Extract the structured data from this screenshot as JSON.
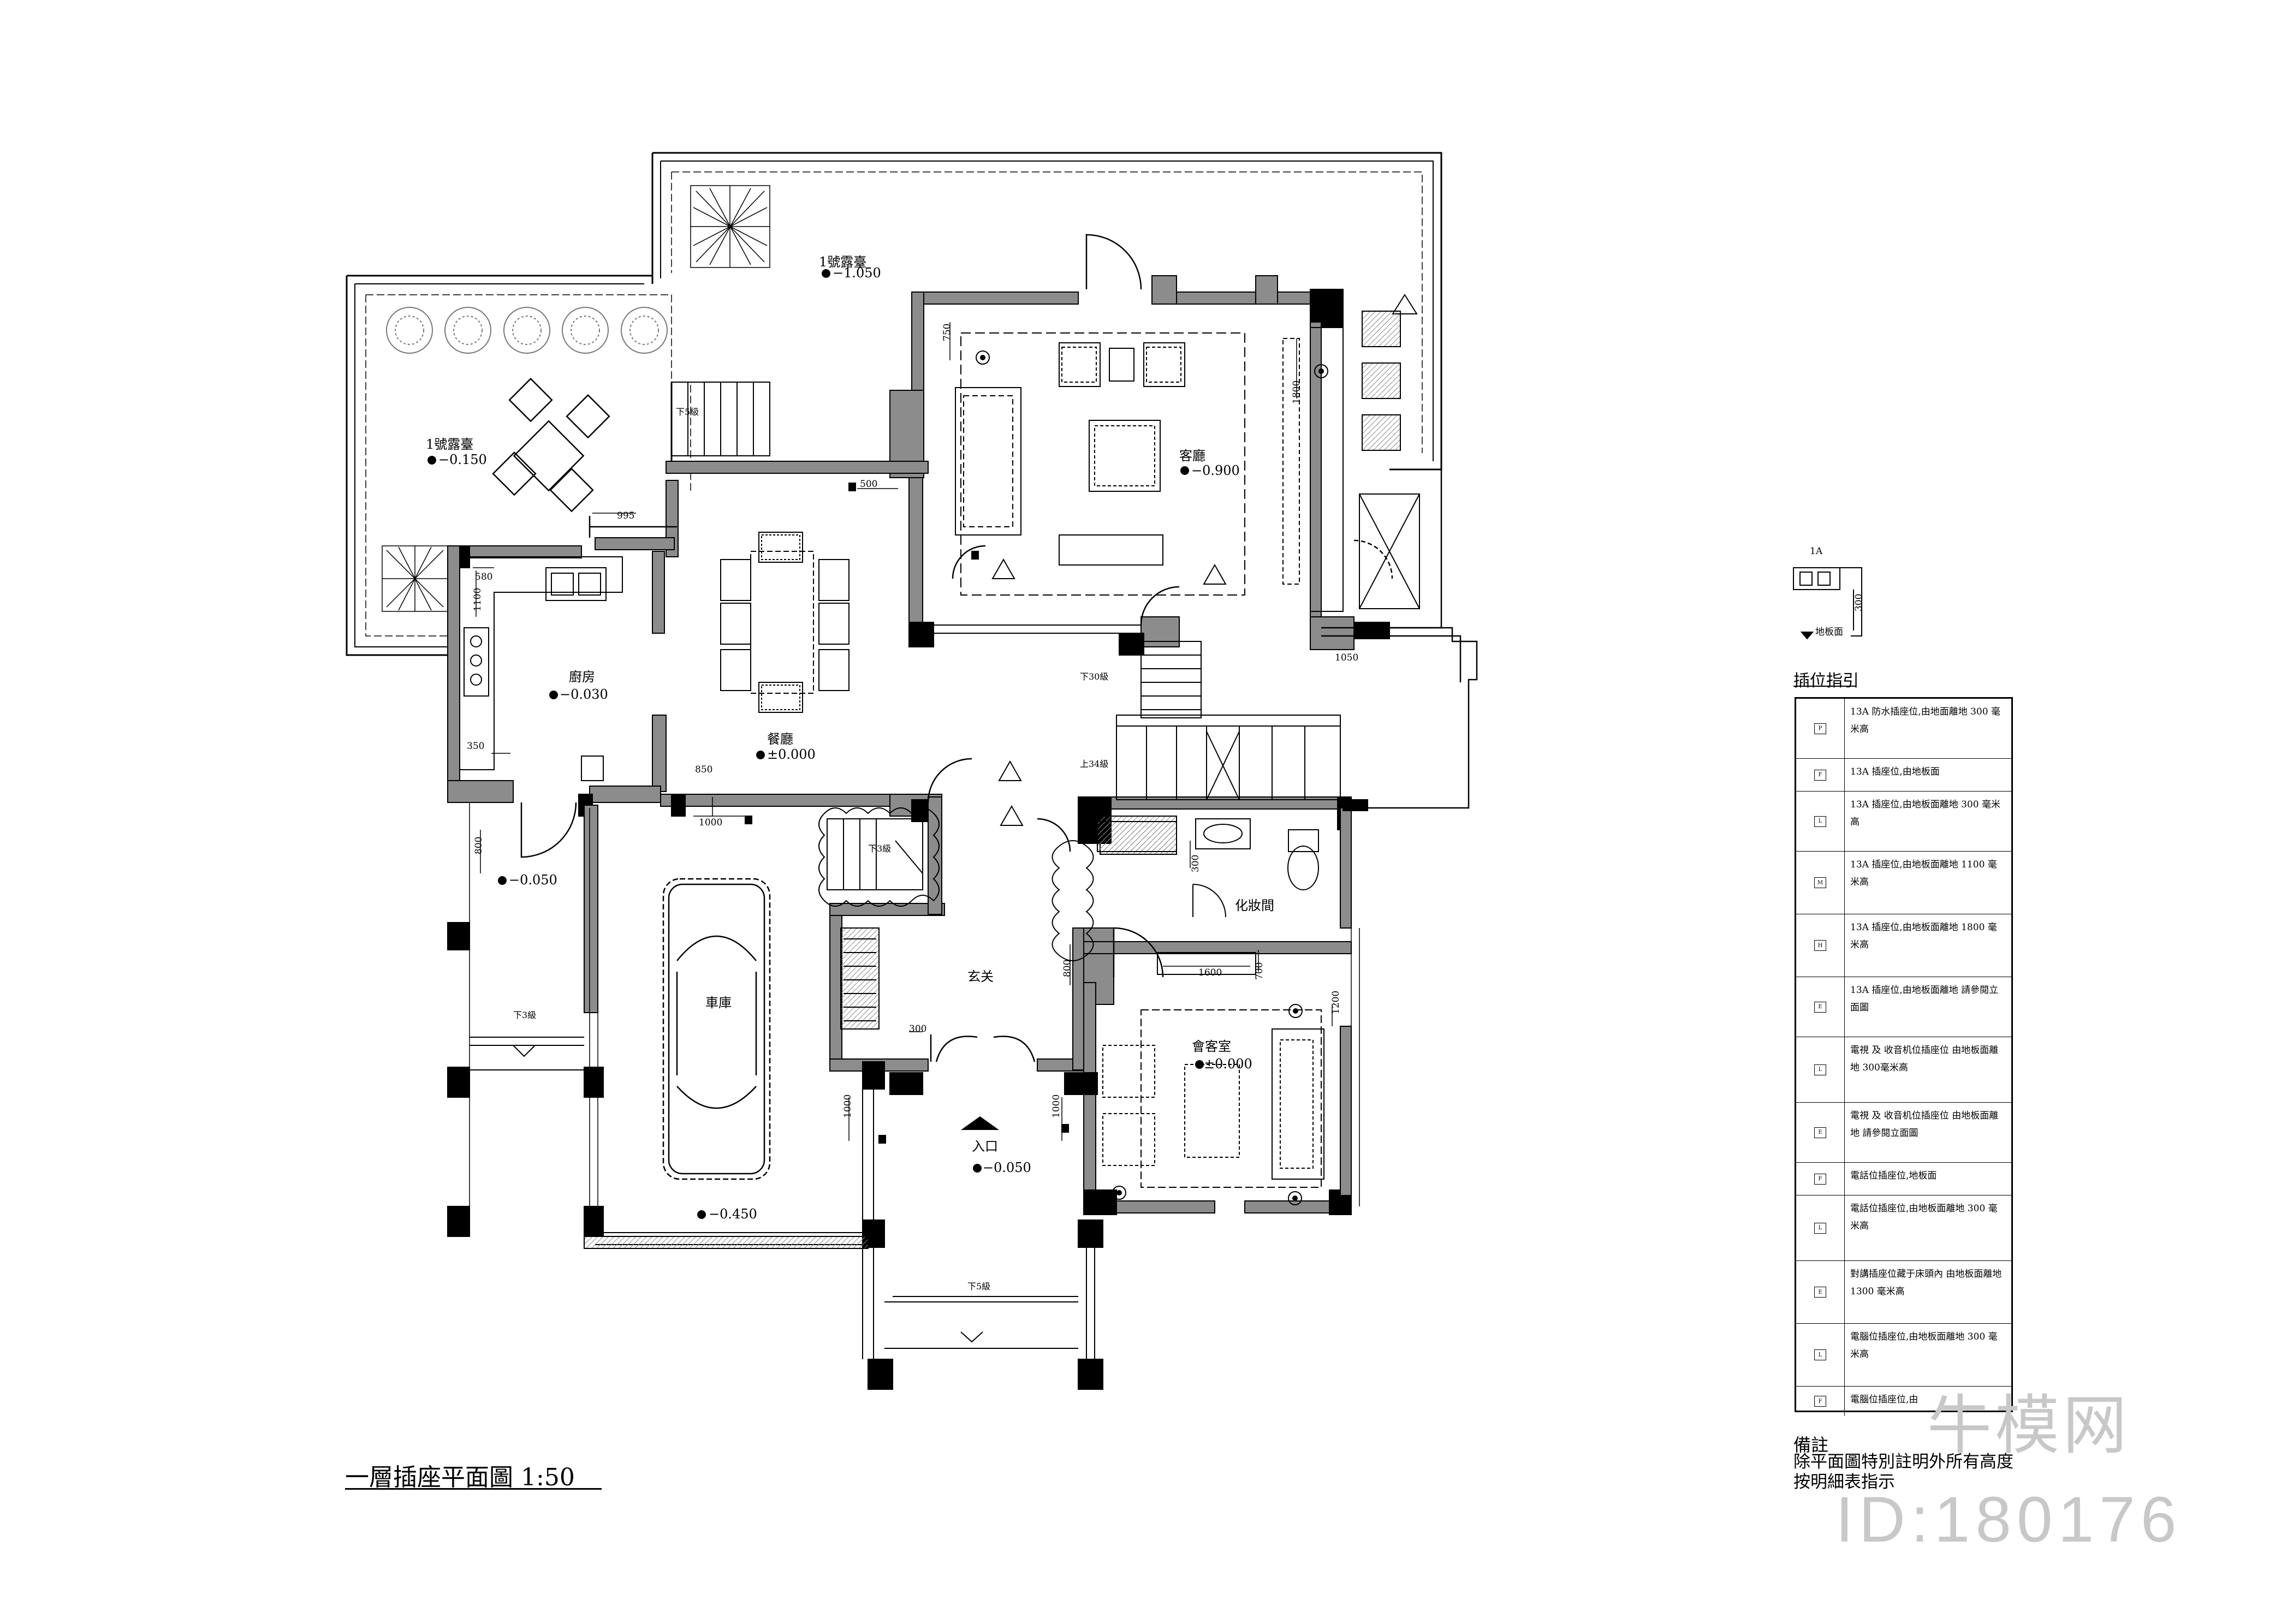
{
  "drawing_title": "一層插座平面圖",
  "scale": "1:50",
  "rooms": {
    "terrace_top": {
      "name": "1號露臺",
      "level": "−1.050"
    },
    "terrace_left": {
      "name": "1號露臺",
      "level": "−0.150"
    },
    "living": {
      "name": "客廳",
      "level": "−0.900"
    },
    "kitchen": {
      "name": "廚房",
      "level": "−0.030"
    },
    "dining": {
      "name": "餐廳",
      "level": "±0.000"
    },
    "porch_left": {
      "name": "",
      "level": "−0.050"
    },
    "garage": {
      "name": "車庫",
      "level": "−0.450"
    },
    "foyer": {
      "name": "玄关",
      "level": ""
    },
    "powder": {
      "name": "化妝間",
      "level": ""
    },
    "guest": {
      "name": "會客室",
      "level": "±0.000"
    },
    "entrance": {
      "name": "入口",
      "level": "−0.050"
    }
  },
  "stairs": {
    "s1": "下5級",
    "s2": "下30級",
    "s3": "上34級",
    "s4": "下3級",
    "s5": "下3級",
    "s6": "下5級"
  },
  "dims": {
    "d750": "750",
    "d500": "500",
    "d995": "995",
    "d1100": "1100",
    "d580": "580",
    "d350": "350",
    "d850": "850",
    "d1000": "1000",
    "d1800": "1800",
    "d1050": "1050",
    "d800": "800",
    "d800b": "800",
    "d300": "300",
    "d1000b": "1000",
    "d1000c": "1000",
    "d1600": "1600",
    "d700": "700",
    "d1200": "1200",
    "d300b": "300"
  },
  "detail": {
    "dim": "300",
    "floor_label": "地板面",
    "top_mark": "1A"
  },
  "legend_title": "插位指引",
  "legend": [
    {
      "mark": "P",
      "text": "13A 防水插座位,由地面離地 300 毫米高"
    },
    {
      "mark": "F",
      "text": "13A 插座位,由地板面"
    },
    {
      "mark": "L",
      "text": "13A 插座位,由地板面離地 300 毫米高"
    },
    {
      "mark": "M",
      "text": "13A 插座位,由地板面離地 1100 毫米高"
    },
    {
      "mark": "H",
      "text": "13A 插座位,由地板面離地 1800 毫米高"
    },
    {
      "mark": "E",
      "text": "13A 插座位,由地板面離地 請參閱立面圖"
    },
    {
      "mark": "L",
      "text": "電視 及 收音机位插座位 由地板面離地 300毫米高"
    },
    {
      "mark": "E",
      "text": "電視 及 收音机位插座位 由地板面離地 請參閱立面圖"
    },
    {
      "mark": "F",
      "text": "電話位插座位,地板面"
    },
    {
      "mark": "L",
      "text": "電話位插座位,由地板面離地 300 毫米高"
    },
    {
      "mark": "E",
      "text": "對講插座位藏于床頭內 由地板面離地1300 毫米高"
    },
    {
      "mark": "L",
      "text": "電腦位插座位,由地板面離地 300 毫米高"
    },
    {
      "mark": "F",
      "text": "電腦位插座位,由"
    }
  ],
  "notes_head": "備註",
  "notes_body": "除平面圖特別註明外所有高度按明細表指示",
  "brand": "牛模网",
  "brand_id": "ID:180176"
}
